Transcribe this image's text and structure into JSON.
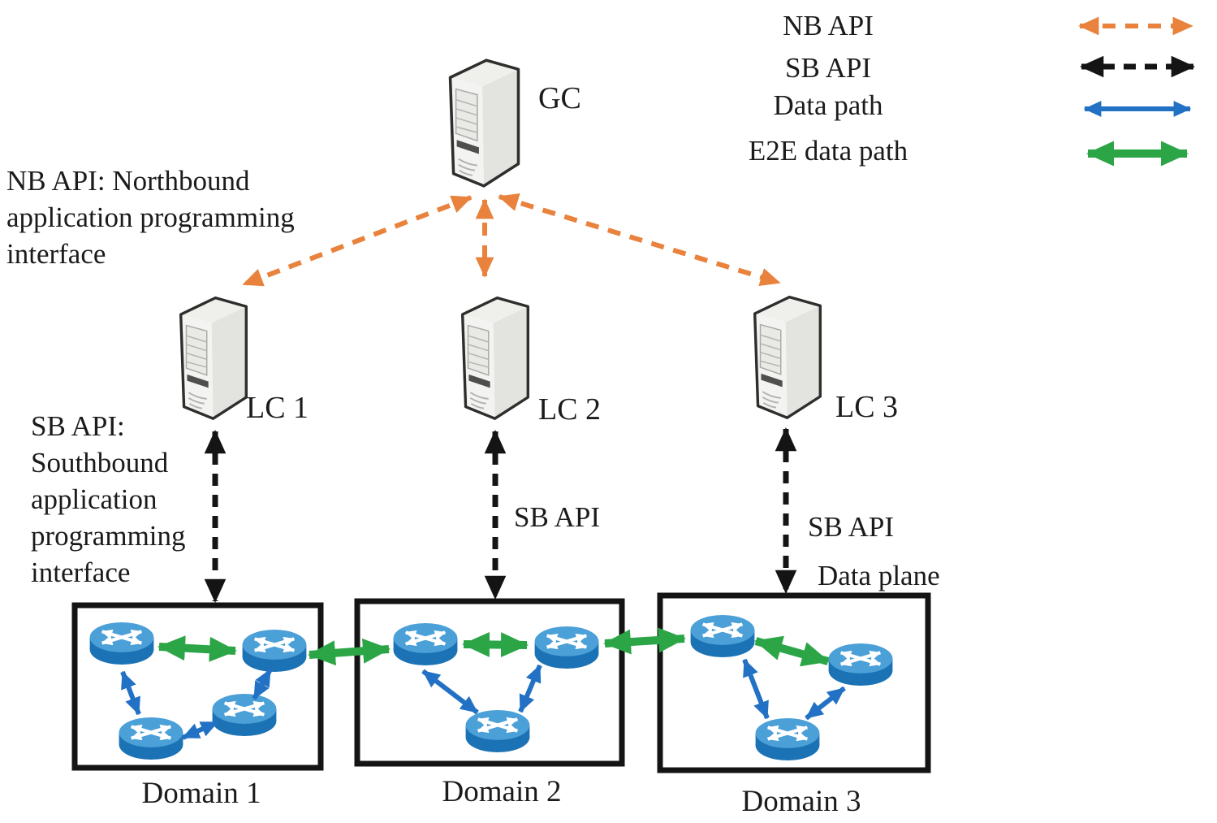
{
  "legend": {
    "items": [
      {
        "id": "nb-api",
        "label": "NB API"
      },
      {
        "id": "sb-api",
        "label": "SB API"
      },
      {
        "id": "data-path",
        "label": "Data path"
      },
      {
        "id": "e2e-data-path",
        "label": "E2E data path"
      }
    ]
  },
  "annotations": {
    "nb_api_definition": "NB API: Northbound\napplication programming\ninterface",
    "sb_api_definition": "SB API:\nSouthbound\napplication\nprogramming\ninterface"
  },
  "controllers": {
    "global": {
      "label": "GC"
    },
    "local": [
      {
        "label": "LC 1"
      },
      {
        "label": "LC 2"
      },
      {
        "label": "LC 3"
      }
    ]
  },
  "link_labels": {
    "sb_api_domain2": "SB API",
    "sb_api_domain3": "SB API"
  },
  "data_plane": {
    "label": "Data plane"
  },
  "domains": [
    {
      "label": "Domain 1",
      "routers": 4
    },
    {
      "label": "Domain 2",
      "routers": 3
    },
    {
      "label": "Domain 3",
      "routers": 3
    }
  ],
  "colors": {
    "nb_api": "#E8823C",
    "sb_api": "#141414",
    "data_path": "#2371C4",
    "e2e_data_path": "#2BA546",
    "router_top": "#4BA0D8",
    "router_body": "#1B72B4",
    "domain_border": "#141414"
  }
}
